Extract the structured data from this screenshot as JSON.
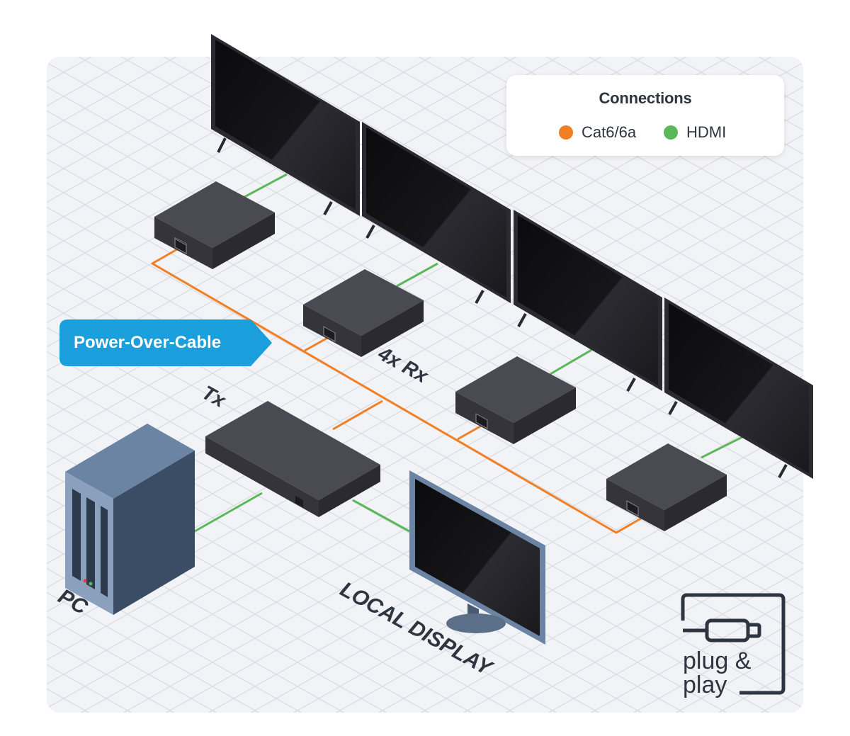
{
  "legend": {
    "title": "Connections",
    "items": [
      {
        "label": "Cat6/6a",
        "color": "#f07f25"
      },
      {
        "label": "HDMI",
        "color": "#5bb85a"
      }
    ]
  },
  "callout": {
    "label": "Power-Over-Cable",
    "color": "#1a9fdc"
  },
  "labels": {
    "tx": "Tx",
    "rx": "4x Rx",
    "pc": "PC",
    "local_display": "LOCAL DISPLAY"
  },
  "badge": {
    "line1": "plug &",
    "line2": "play",
    "icon": "hdmi-plug-icon"
  },
  "colors": {
    "cat6": "#f07f25",
    "hdmi": "#5bb85a",
    "device": "#3d3d44",
    "grid_bg": "#f2f3f6"
  }
}
